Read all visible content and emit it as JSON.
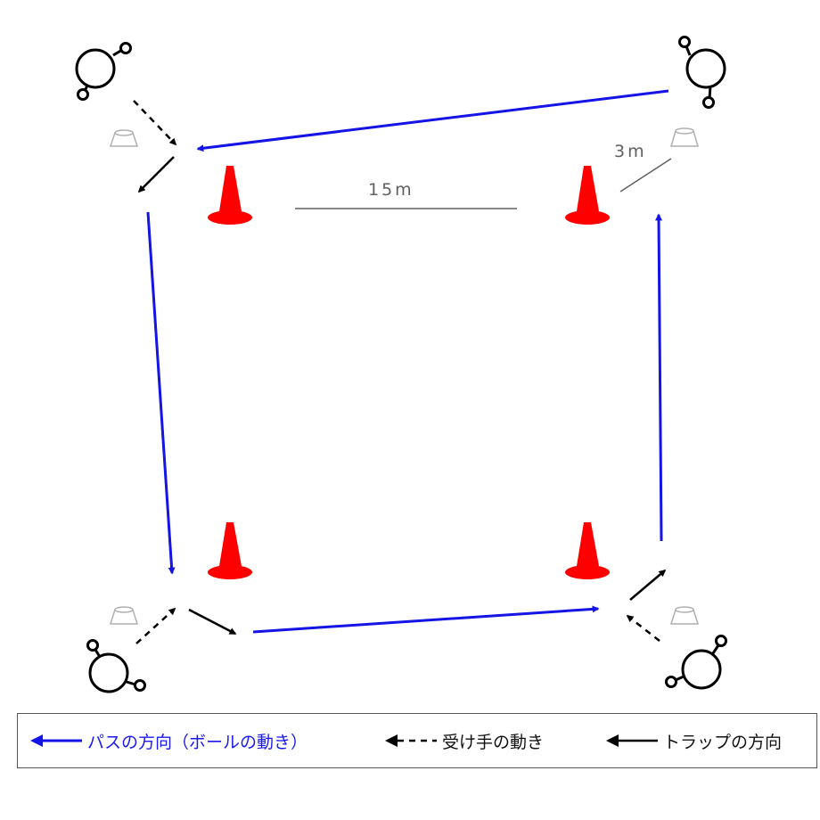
{
  "labels": {
    "width": "15m",
    "offset": "3m"
  },
  "legend": {
    "pass": "パスの方向（ボールの動き）",
    "run": "受け手の動き",
    "trap": "トラップの方向"
  },
  "colors": {
    "pass": "#1414e6",
    "cone": "#ff0000",
    "marker": "#b0b0b0",
    "arrow": "#000000",
    "dimension": "#606060"
  },
  "icons": [
    "player-icon",
    "cone-icon",
    "marker-disc-icon",
    "arrow-icon"
  ]
}
